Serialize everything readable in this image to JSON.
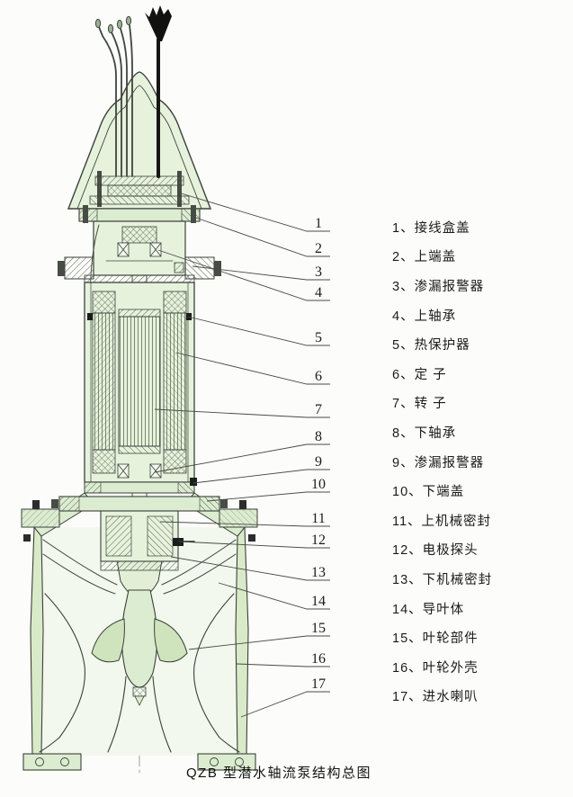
{
  "title": "QZB 型潜水轴流泵结构总图",
  "colors": {
    "body_fill": "#e6f2dc",
    "body_fill_dark": "#d9eac9",
    "line": "#3b413b",
    "cable_black": "#111111",
    "background": "#fcfcfa"
  },
  "callouts": [
    {
      "num": "1"
    },
    {
      "num": "2"
    },
    {
      "num": "3"
    },
    {
      "num": "4"
    },
    {
      "num": "5"
    },
    {
      "num": "6"
    },
    {
      "num": "7"
    },
    {
      "num": "8"
    },
    {
      "num": "9"
    },
    {
      "num": "10"
    },
    {
      "num": "11"
    },
    {
      "num": "12"
    },
    {
      "num": "13"
    },
    {
      "num": "14"
    },
    {
      "num": "15"
    },
    {
      "num": "16"
    },
    {
      "num": "17"
    }
  ],
  "legend": {
    "items": [
      {
        "text": "1、接线盒盖"
      },
      {
        "text": "2、上端盖"
      },
      {
        "text": "3、渗漏报警器"
      },
      {
        "text": "4、上轴承"
      },
      {
        "text": "5、热保护器"
      },
      {
        "text": "6、定 子"
      },
      {
        "text": "7、转 子"
      },
      {
        "text": "8、下轴承"
      },
      {
        "text": "9、渗漏报警器"
      },
      {
        "text": "10、下端盖"
      },
      {
        "text": "11、上机械密封"
      },
      {
        "text": "12、电极探头"
      },
      {
        "text": "13、下机械密封"
      },
      {
        "text": "14、导叶体"
      },
      {
        "text": "15、叶轮部件"
      },
      {
        "text": "16、叶轮外壳"
      },
      {
        "text": "17、进水喇叭"
      }
    ]
  }
}
